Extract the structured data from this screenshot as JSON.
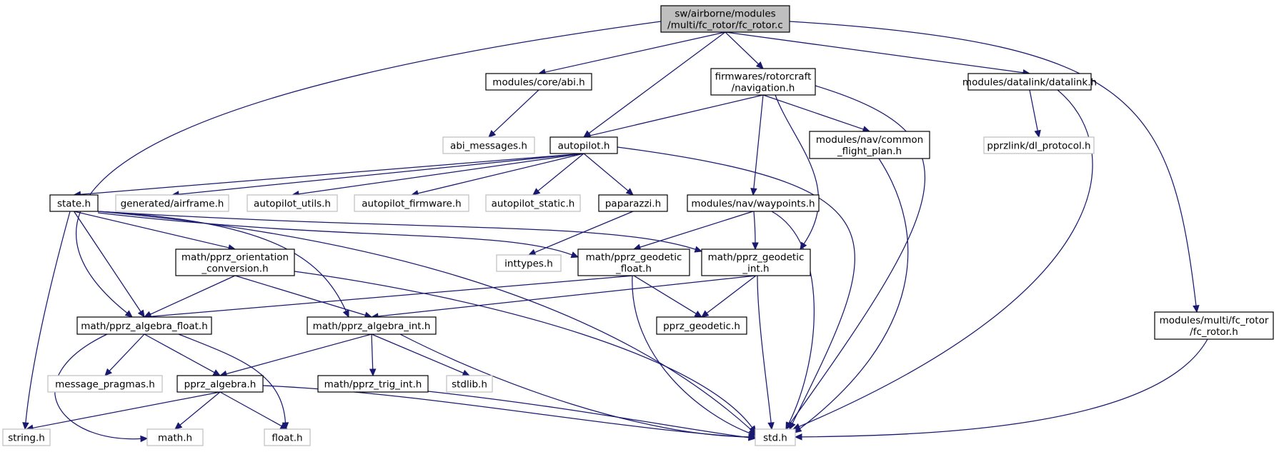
{
  "graph": {
    "colors": {
      "edge": "#191970",
      "root_fill": "#bfbfbf",
      "doc_border": "#000000",
      "sys_border": "#bfbfbf"
    },
    "nodes": [
      {
        "id": "root",
        "lines": [
          "sw/airborne/modules",
          "/multi/fc_rotor/fc_rotor.c"
        ],
        "kind": "root"
      },
      {
        "id": "abi",
        "lines": [
          "modules/core/abi.h"
        ],
        "kind": "doc"
      },
      {
        "id": "navigation",
        "lines": [
          "firmwares/rotorcraft",
          "/navigation.h"
        ],
        "kind": "doc"
      },
      {
        "id": "datalink",
        "lines": [
          "modules/datalink/datalink.h"
        ],
        "kind": "doc"
      },
      {
        "id": "abi_messages",
        "lines": [
          "abi_messages.h"
        ],
        "kind": "sys"
      },
      {
        "id": "autopilot",
        "lines": [
          "autopilot.h"
        ],
        "kind": "doc"
      },
      {
        "id": "common_flight_plan",
        "lines": [
          "modules/nav/common",
          "_flight_plan.h"
        ],
        "kind": "doc"
      },
      {
        "id": "dl_protocol",
        "lines": [
          "pprzlink/dl_protocol.h"
        ],
        "kind": "sys"
      },
      {
        "id": "state",
        "lines": [
          "state.h"
        ],
        "kind": "doc"
      },
      {
        "id": "airframe",
        "lines": [
          "generated/airframe.h"
        ],
        "kind": "sys"
      },
      {
        "id": "autopilot_utils",
        "lines": [
          "autopilot_utils.h"
        ],
        "kind": "sys"
      },
      {
        "id": "autopilot_firmware",
        "lines": [
          "autopilot_firmware.h"
        ],
        "kind": "sys"
      },
      {
        "id": "autopilot_static",
        "lines": [
          "autopilot_static.h"
        ],
        "kind": "sys"
      },
      {
        "id": "paparazzi",
        "lines": [
          "paparazzi.h"
        ],
        "kind": "doc"
      },
      {
        "id": "waypoints",
        "lines": [
          "modules/nav/waypoints.h"
        ],
        "kind": "doc"
      },
      {
        "id": "orientation",
        "lines": [
          "math/pprz_orientation",
          "_conversion.h"
        ],
        "kind": "doc"
      },
      {
        "id": "inttypes",
        "lines": [
          "inttypes.h"
        ],
        "kind": "sys"
      },
      {
        "id": "geodetic_float",
        "lines": [
          "math/pprz_geodetic",
          "_float.h"
        ],
        "kind": "doc"
      },
      {
        "id": "geodetic_int",
        "lines": [
          "math/pprz_geodetic",
          "_int.h"
        ],
        "kind": "doc"
      },
      {
        "id": "algebra_float",
        "lines": [
          "math/pprz_algebra_float.h"
        ],
        "kind": "doc"
      },
      {
        "id": "algebra_int",
        "lines": [
          "math/pprz_algebra_int.h"
        ],
        "kind": "doc"
      },
      {
        "id": "pprz_geodetic",
        "lines": [
          "pprz_geodetic.h"
        ],
        "kind": "doc"
      },
      {
        "id": "fc_rotor_h",
        "lines": [
          "modules/multi/fc_rotor",
          "/fc_rotor.h"
        ],
        "kind": "doc"
      },
      {
        "id": "message_pragmas",
        "lines": [
          "message_pragmas.h"
        ],
        "kind": "sys"
      },
      {
        "id": "pprz_algebra",
        "lines": [
          "pprz_algebra.h"
        ],
        "kind": "doc"
      },
      {
        "id": "trig_int",
        "lines": [
          "math/pprz_trig_int.h"
        ],
        "kind": "doc"
      },
      {
        "id": "stdlib",
        "lines": [
          "stdlib.h"
        ],
        "kind": "sys"
      },
      {
        "id": "string",
        "lines": [
          "string.h"
        ],
        "kind": "sys"
      },
      {
        "id": "math",
        "lines": [
          "math.h"
        ],
        "kind": "sys"
      },
      {
        "id": "float",
        "lines": [
          "float.h"
        ],
        "kind": "sys"
      },
      {
        "id": "std",
        "lines": [
          "std.h"
        ],
        "kind": "sys"
      }
    ],
    "edges": [
      [
        "root",
        "algebra_float"
      ],
      [
        "root",
        "abi"
      ],
      [
        "root",
        "autopilot"
      ],
      [
        "root",
        "navigation"
      ],
      [
        "root",
        "datalink"
      ],
      [
        "root",
        "fc_rotor_h"
      ],
      [
        "abi",
        "abi_messages"
      ],
      [
        "navigation",
        "autopilot"
      ],
      [
        "navigation",
        "common_flight_plan"
      ],
      [
        "navigation",
        "waypoints"
      ],
      [
        "navigation",
        "geodetic_int"
      ],
      [
        "navigation",
        "std"
      ],
      [
        "datalink",
        "dl_protocol"
      ],
      [
        "datalink",
        "std"
      ],
      [
        "autopilot",
        "state"
      ],
      [
        "autopilot",
        "airframe"
      ],
      [
        "autopilot",
        "autopilot_utils"
      ],
      [
        "autopilot",
        "autopilot_firmware"
      ],
      [
        "autopilot",
        "autopilot_static"
      ],
      [
        "autopilot",
        "paparazzi"
      ],
      [
        "autopilot",
        "std"
      ],
      [
        "common_flight_plan",
        "std"
      ],
      [
        "state",
        "orientation"
      ],
      [
        "state",
        "algebra_float"
      ],
      [
        "state",
        "algebra_int"
      ],
      [
        "state",
        "geodetic_float"
      ],
      [
        "state",
        "geodetic_int"
      ],
      [
        "state",
        "string"
      ],
      [
        "state",
        "std"
      ],
      [
        "paparazzi",
        "inttypes"
      ],
      [
        "waypoints",
        "geodetic_float"
      ],
      [
        "waypoints",
        "geodetic_int"
      ],
      [
        "waypoints",
        "std"
      ],
      [
        "orientation",
        "algebra_float"
      ],
      [
        "orientation",
        "algebra_int"
      ],
      [
        "orientation",
        "std"
      ],
      [
        "geodetic_float",
        "algebra_float"
      ],
      [
        "geodetic_float",
        "pprz_geodetic"
      ],
      [
        "geodetic_float",
        "std"
      ],
      [
        "geodetic_int",
        "algebra_int"
      ],
      [
        "geodetic_int",
        "pprz_geodetic"
      ],
      [
        "geodetic_int",
        "std"
      ],
      [
        "algebra_float",
        "message_pragmas"
      ],
      [
        "algebra_float",
        "pprz_algebra"
      ],
      [
        "algebra_float",
        "math"
      ],
      [
        "algebra_float",
        "float"
      ],
      [
        "algebra_int",
        "pprz_algebra"
      ],
      [
        "algebra_int",
        "trig_int"
      ],
      [
        "algebra_int",
        "stdlib"
      ],
      [
        "algebra_int",
        "std"
      ],
      [
        "pprz_algebra",
        "string"
      ],
      [
        "pprz_algebra",
        "math"
      ],
      [
        "pprz_algebra",
        "float"
      ],
      [
        "pprz_algebra",
        "std"
      ],
      [
        "trig_int",
        "std"
      ],
      [
        "fc_rotor_h",
        "std"
      ]
    ]
  }
}
